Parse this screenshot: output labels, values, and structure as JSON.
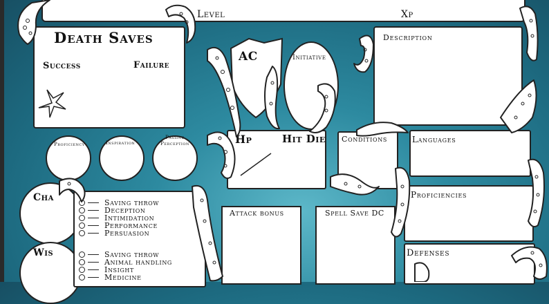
{
  "header": {
    "level_label": "Level",
    "xp_label": "Xp"
  },
  "death_saves": {
    "title": "Death Saves",
    "success_label": "Success",
    "failure_label": "Failure"
  },
  "combat": {
    "ac_label": "AC",
    "initiative_label": "Initiative",
    "hp_label": "Hp",
    "hit_die_label": "Hit Die"
  },
  "description_label": "Description",
  "small_stats": {
    "proficiency": "Proficiency",
    "inspiration": "Inspiration",
    "passive_perception": "Passive\nPerception"
  },
  "conditions_label": "Conditions",
  "languages_label": "Languages",
  "proficiencies_label": "Proficiencies",
  "defenses_label": "Defenses",
  "attack_bonus_label": "Attack bonus",
  "spell_save_dc_label": "Spell Save DC",
  "abilities": {
    "cha": {
      "label": "Cha",
      "skills": [
        "Saving throw",
        "Deception",
        "Intimidation",
        "Performance",
        "Persuasion"
      ]
    },
    "wis": {
      "label": "Wis",
      "skills": [
        "Saving throw",
        "Animal handling",
        "Insight",
        "Medicine"
      ]
    }
  },
  "colors": {
    "ink": "#111111",
    "paper": "#ffffff",
    "teal_dark": "#174f63",
    "teal_light": "#5db8c9"
  }
}
